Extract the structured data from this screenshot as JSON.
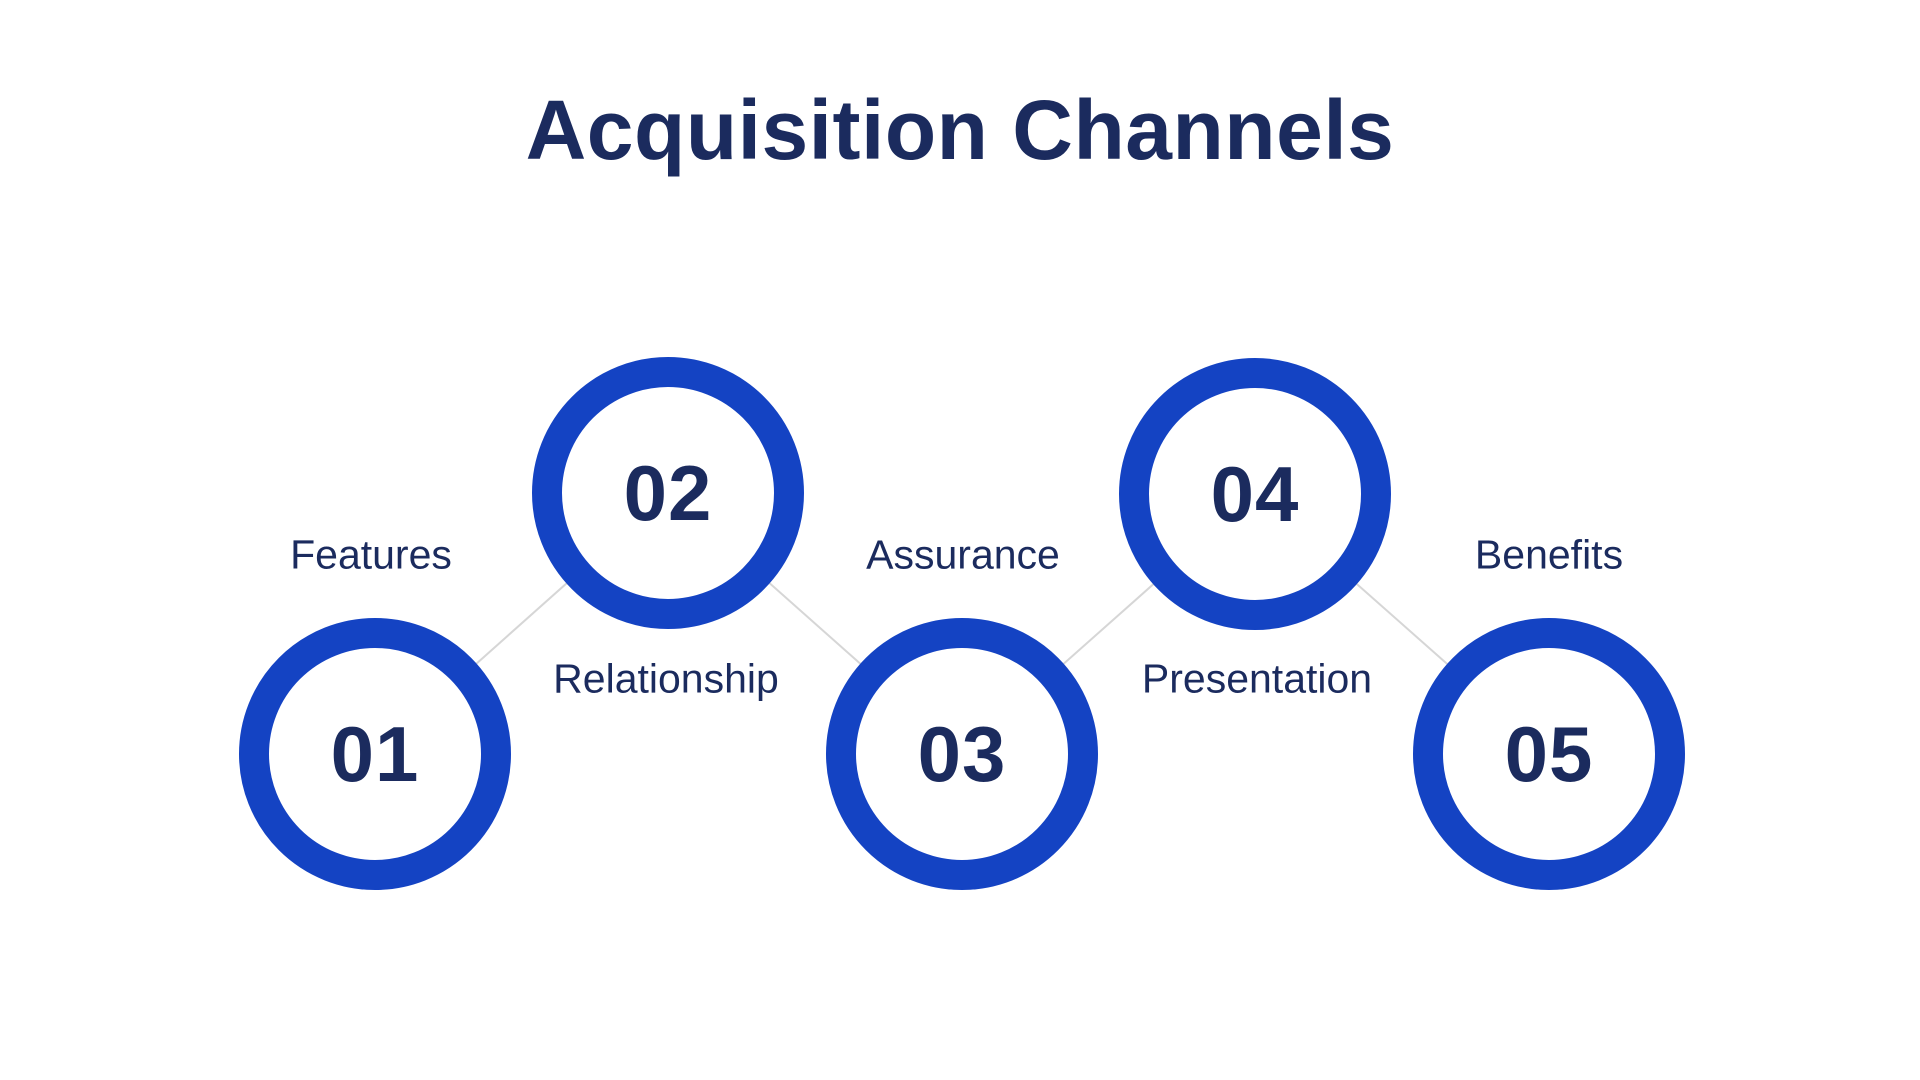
{
  "title": "Acquisition Channels",
  "steps": [
    {
      "number": "01",
      "label": "Features"
    },
    {
      "number": "02",
      "label": "Relationship"
    },
    {
      "number": "03",
      "label": "Assurance"
    },
    {
      "number": "04",
      "label": "Presentation"
    },
    {
      "number": "05",
      "label": "Benefits"
    }
  ],
  "colors": {
    "accent_blue": "#1443c3",
    "text_navy": "#1b2b5e",
    "connector_gray": "#d6d6d6",
    "background": "#ffffff"
  }
}
